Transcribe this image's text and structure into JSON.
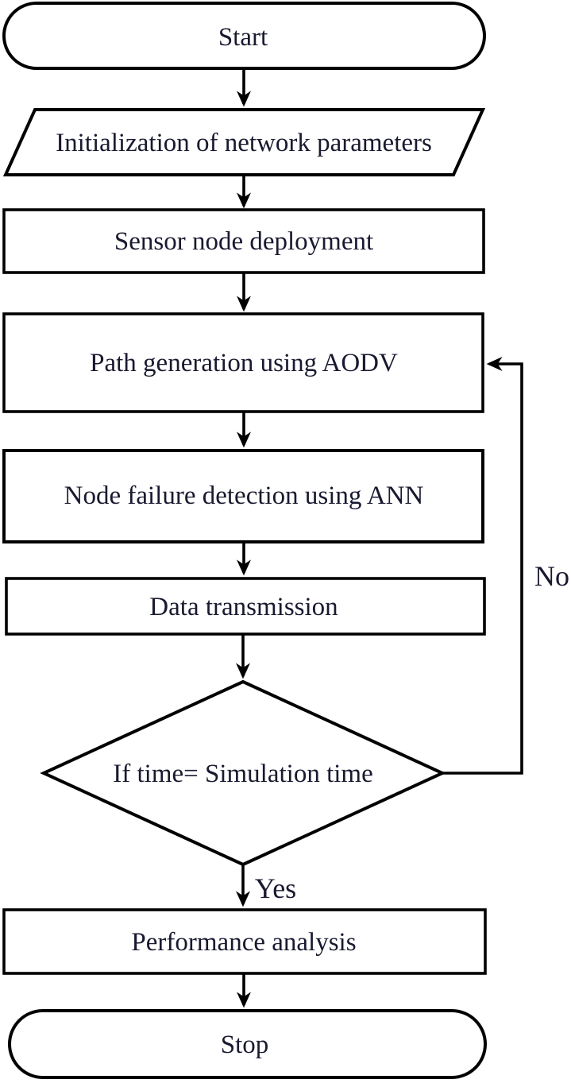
{
  "diagram": {
    "nodes": {
      "start": {
        "label": "Start",
        "type": "terminator"
      },
      "init": {
        "label": "Initialization of network parameters",
        "type": "input-output"
      },
      "deploy": {
        "label": "Sensor node deployment",
        "type": "process"
      },
      "path_gen": {
        "label": "Path generation using AODV",
        "type": "process"
      },
      "detect": {
        "label": "Node failure detection using ANN",
        "type": "process-highlighted"
      },
      "transmit": {
        "label": "Data transmission",
        "type": "process"
      },
      "decision": {
        "label": "If time= Simulation time",
        "type": "decision"
      },
      "perf": {
        "label": "Performance analysis",
        "type": "process"
      },
      "stop": {
        "label": "Stop",
        "type": "terminator"
      }
    },
    "edge_labels": {
      "yes": "Yes",
      "no": "No"
    },
    "colors": {
      "highlight_fill": "#6cc7e2",
      "shape_fill": "#ffffff",
      "stroke": "#000000",
      "text": "#191930"
    }
  }
}
